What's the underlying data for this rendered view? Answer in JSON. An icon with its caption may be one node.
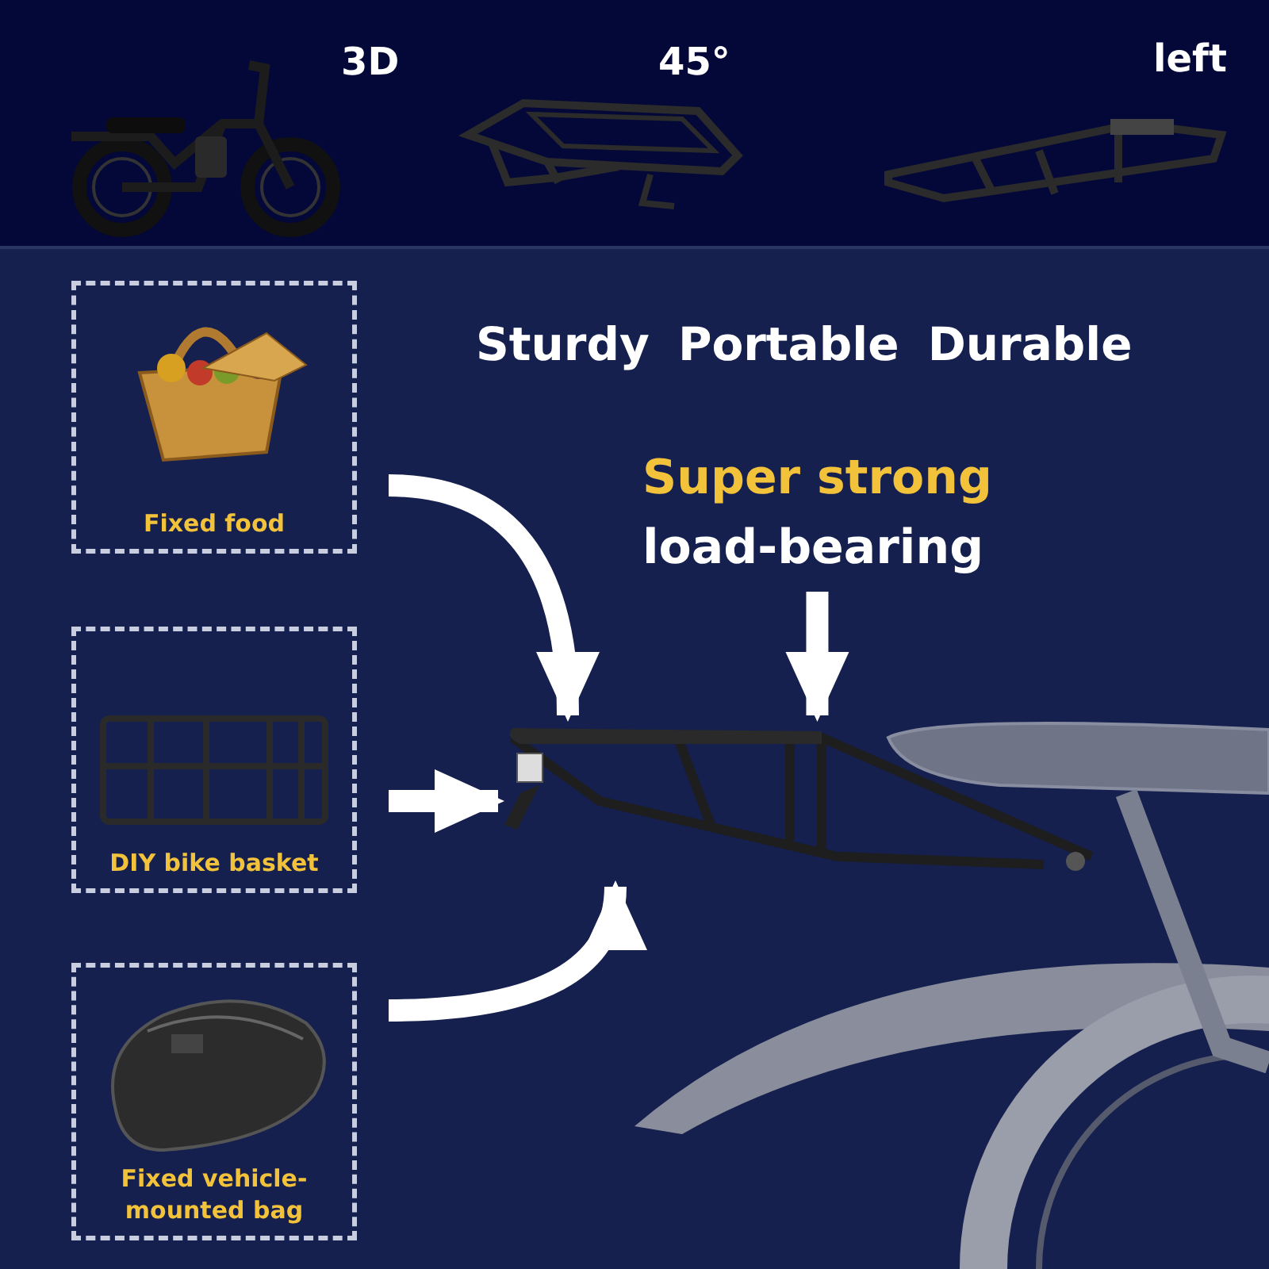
{
  "diagram": {
    "nodes": [
      {
        "text": [
          "Fixed food"
        ]
      },
      {
        "text": [
          "DIY bike basket"
        ]
      },
      {
        "text": [
          "Fixed vehicle-mounted bag"
        ]
      },
      {
        "text": [],
        "shape": "picture"
      },
      {
        "text": [
          "Super strong",
          "load-bearing"
        ]
      }
    ],
    "edges": [
      {
        "from": 0,
        "to": 3,
        "arrow": "to"
      },
      {
        "from": 1,
        "to": 3,
        "arrow": "to"
      },
      {
        "from": 2,
        "to": 3,
        "arrow": "to"
      },
      {
        "from": 4,
        "to": 3,
        "arrow": "to"
      }
    ],
    "labels": [
      "3D",
      "45°",
      "left",
      "Sturdy Portable Durable"
    ]
  }
}
